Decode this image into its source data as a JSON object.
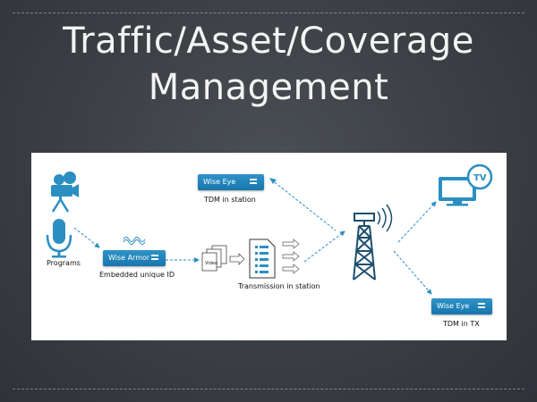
{
  "slide": {
    "title_line1": "Traffic/Asset/Coverage",
    "title_line2": "Management"
  },
  "diagram": {
    "programs_label": "Programs",
    "armor_device_label": "Wise Armor",
    "armor_caption": "Embedded unique ID",
    "eye_station_device_label": "Wise Eye",
    "eye_station_caption": "TDM in station",
    "transmission_caption": "Transmission in station",
    "eye_tx_device_label": "Wise Eye",
    "eye_tx_caption": "TDM in TX",
    "video_doc_label": "Video",
    "tv_label": "TV"
  },
  "colors": {
    "accent_blue": "#1f86c0",
    "icon_teal": "#2b8fc1",
    "tower_dark": "#1d4f6e"
  },
  "icons": [
    "film-camera-icon",
    "microphone-icon",
    "watermark-wave-icon",
    "video-document-icon",
    "arrow-icon",
    "multiplexer-icon",
    "broadcast-tower-icon",
    "tv-icon"
  ]
}
